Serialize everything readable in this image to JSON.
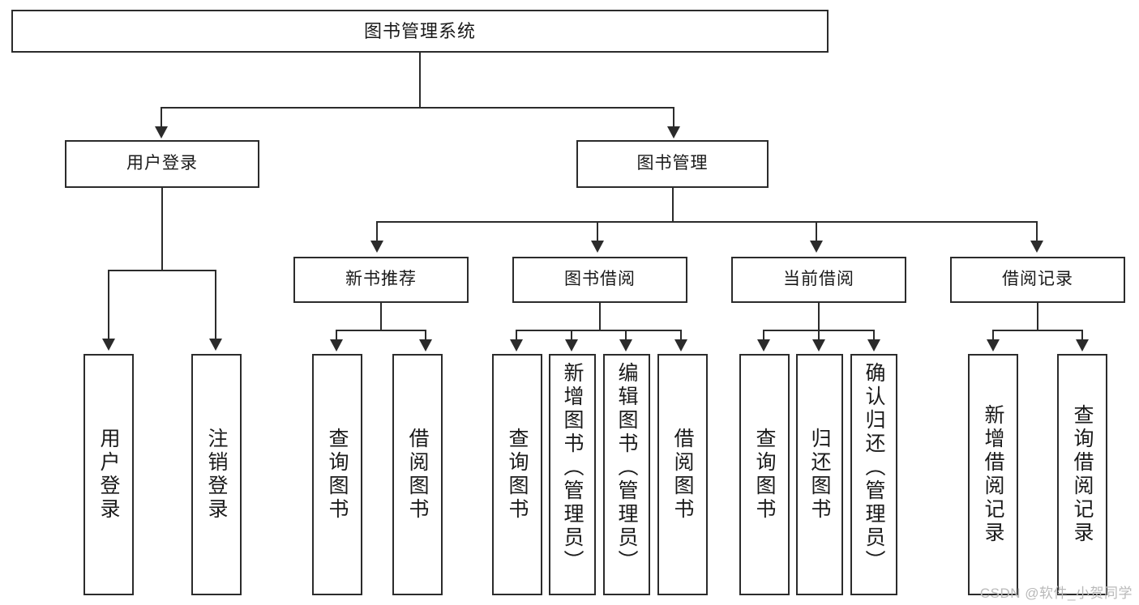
{
  "diagram": {
    "type": "tree",
    "title": "图书管理系统",
    "root": {
      "label": "图书管理系统"
    },
    "level2": [
      {
        "label": "用户登录"
      },
      {
        "label": "图书管理"
      }
    ],
    "level3": [
      {
        "label": "新书推荐"
      },
      {
        "label": "图书借阅"
      },
      {
        "label": "当前借阅"
      },
      {
        "label": "借阅记录"
      }
    ],
    "leaves": {
      "user_login": [
        {
          "label": "用户登录"
        },
        {
          "label": "注销登录"
        }
      ],
      "new_book_recommend": [
        {
          "label": "查询图书"
        },
        {
          "label": "借阅图书"
        }
      ],
      "book_borrow": [
        {
          "label": "查询图书"
        },
        {
          "label": "新增图书（管理员）"
        },
        {
          "label": "编辑图书（管理员）"
        },
        {
          "label": "借阅图书"
        }
      ],
      "current_borrow": [
        {
          "label": "查询图书"
        },
        {
          "label": "归还图书"
        },
        {
          "label": "确认归还（管理员）"
        }
      ],
      "borrow_record": [
        {
          "label": "新增借阅记录"
        },
        {
          "label": "查询借阅记录"
        }
      ]
    }
  },
  "watermark": {
    "text": "CSDN @软件_小贺同学"
  },
  "colors": {
    "stroke": "#2b2b2b",
    "text": "#1a1a1a",
    "background": "#ffffff",
    "watermark": "#b9b9b9"
  }
}
